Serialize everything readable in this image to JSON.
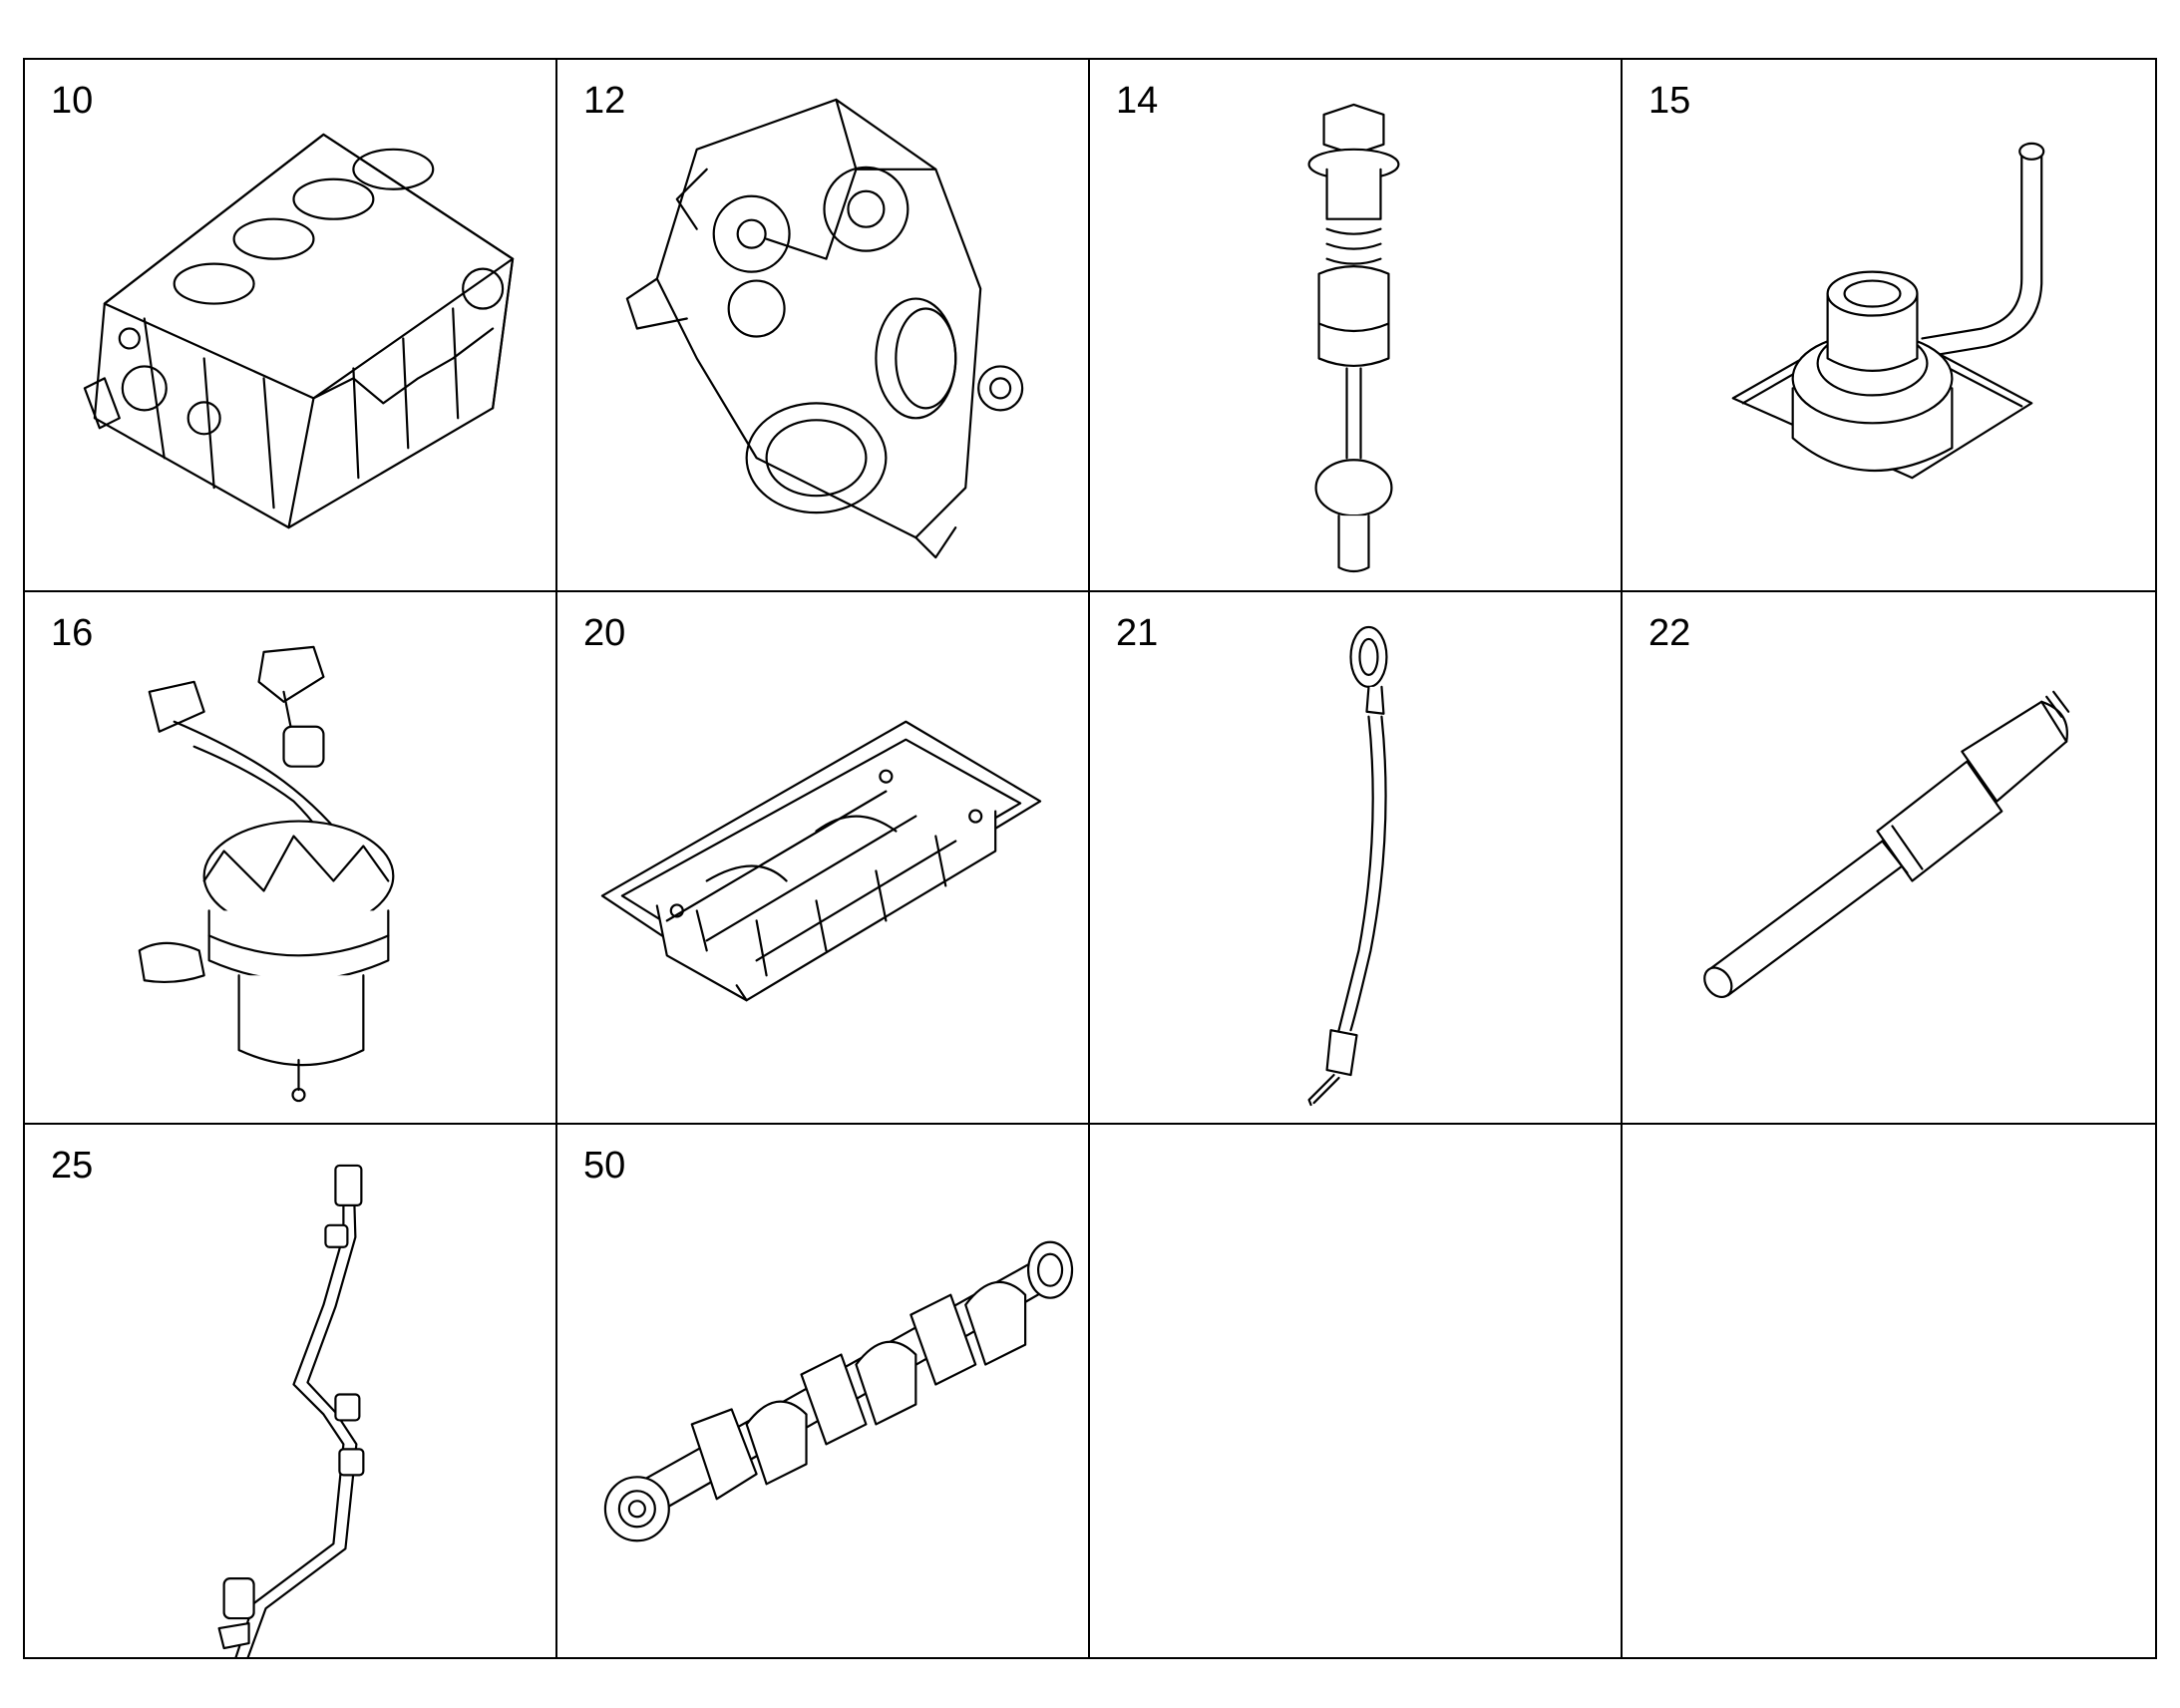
{
  "parts": [
    {
      "number": "10",
      "icon": "cylinder-block-icon"
    },
    {
      "number": "12",
      "icon": "timing-case-cover-icon"
    },
    {
      "number": "14",
      "icon": "plug-with-valve-icon"
    },
    {
      "number": "15",
      "icon": "flange-elbow-pipe-icon"
    },
    {
      "number": "16",
      "icon": "crankcase-breather-icon"
    },
    {
      "number": "20",
      "icon": "oil-pan-icon"
    },
    {
      "number": "21",
      "icon": "oil-dipstick-icon"
    },
    {
      "number": "22",
      "icon": "sensor-probe-icon"
    },
    {
      "number": "25",
      "icon": "breather-pipe-icon"
    },
    {
      "number": "50",
      "icon": "crankshaft-icon"
    },
    {
      "number": "",
      "icon": ""
    },
    {
      "number": "",
      "icon": ""
    }
  ]
}
